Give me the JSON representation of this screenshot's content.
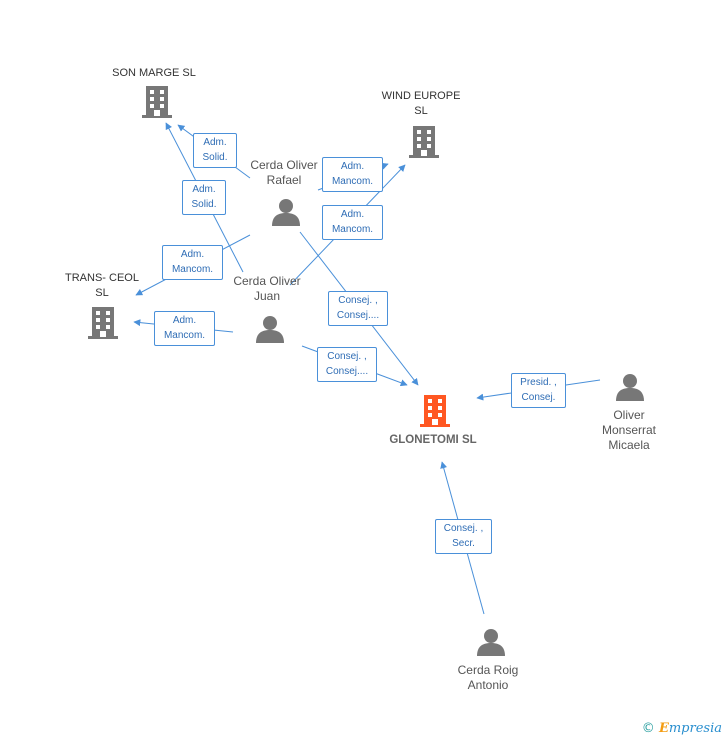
{
  "colors": {
    "edge": "#4a90d9",
    "company_icon": "#777777",
    "main_icon": "#ff5722",
    "person_icon": "#777777"
  },
  "nodes": {
    "son_marge": {
      "label": "SON MARGE SL",
      "icon": "building-icon"
    },
    "wind_europe": {
      "label": "WIND EUROPE\nSL",
      "icon": "building-icon"
    },
    "trans_ceol": {
      "label": "TRANS- CEOL\nSL",
      "icon": "building-icon"
    },
    "glonetomi": {
      "label": "GLONETOMI SL",
      "icon": "building-icon"
    },
    "cerda_oliver_rafael": {
      "label": "Cerda Oliver\nRafael",
      "icon": "person-icon"
    },
    "cerda_oliver_juan": {
      "label": "Cerda Oliver\nJuan",
      "icon": "person-icon"
    },
    "oliver_monserrat": {
      "label": "Oliver\nMonserrat\nMicaela",
      "icon": "person-icon"
    },
    "cerda_roig": {
      "label": "Cerda Roig\nAntonio",
      "icon": "person-icon"
    }
  },
  "edges": {
    "rafael_sonmarge": "Adm.\nSolid.",
    "juan_sonmarge": "Adm.\nSolid.",
    "rafael_wind": "Adm.\nMancom.",
    "juan_wind": "Adm.\nMancom.",
    "rafael_trans": "Adm.\nMancom.",
    "juan_trans": "Adm.\nMancom.",
    "rafael_glonetomi": "Consej. ,\nConsej....",
    "juan_glonetomi": "Consej. ,\nConsej....",
    "monserrat_glonetomi": "Presid. ,\nConsej.",
    "roig_glonetomi": "Consej. ,\nSecr."
  },
  "footer": {
    "copyright": "©",
    "brand_first": "E",
    "brand_rest": "mpresia"
  }
}
